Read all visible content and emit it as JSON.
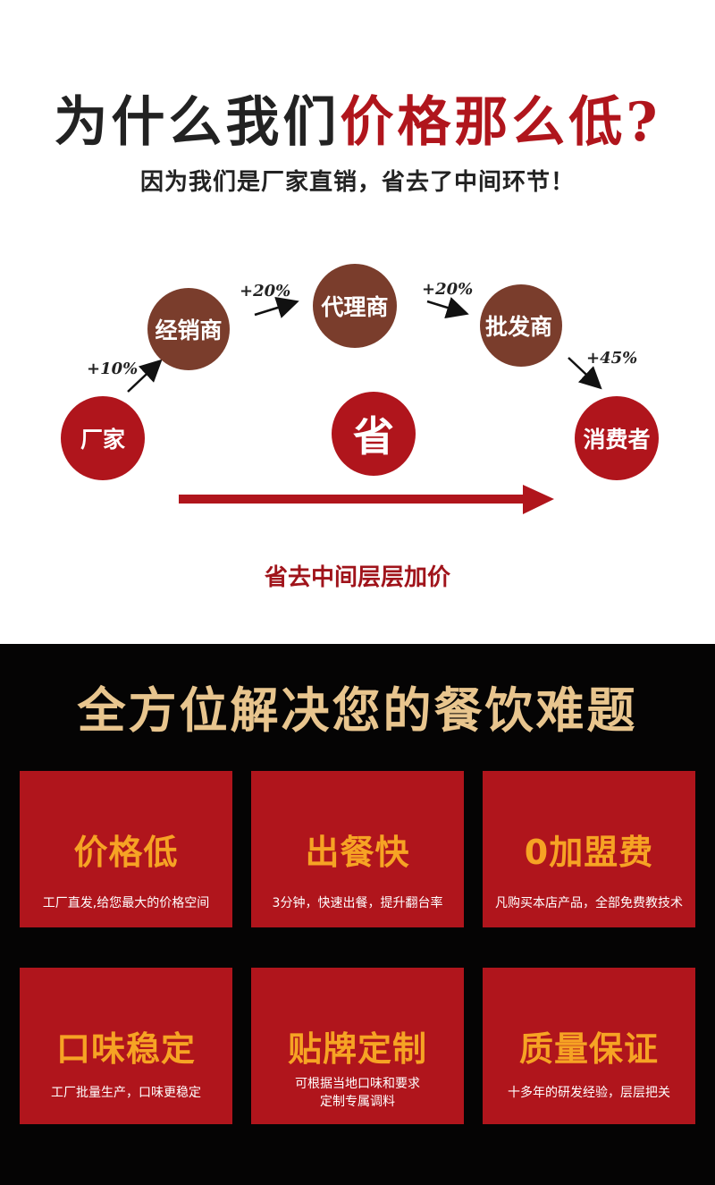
{
  "headline": {
    "part1": "为什么我们",
    "part2": "价格那么低?"
  },
  "subhead": "因为我们是厂家直销，省去了中间环节！",
  "flow": {
    "nodes": {
      "factory": "厂家",
      "dealer": "经销商",
      "agent": "代理商",
      "wholesaler": "批发商",
      "consumer": "消费者",
      "save": "省"
    },
    "markups": [
      "+10%",
      "+20%",
      "+20%",
      "+45%"
    ],
    "colors": {
      "brown": "#7a3d2c",
      "red": "#b0151c"
    }
  },
  "caption": "省去中间层层加价",
  "section2": {
    "title": "全方位解决您的餐饮难题",
    "cards": [
      {
        "title": "价格低",
        "desc": "工厂直发,给您最大的价格空间"
      },
      {
        "title": "出餐快",
        "desc": "3分钟，快速出餐，提升翻台率"
      },
      {
        "title": "0加盟费",
        "desc": "凡购买本店产品，全部免费教技术"
      },
      {
        "title": "口味稳定",
        "desc": "工厂批量生产，口味更稳定"
      },
      {
        "title": "贴牌定制",
        "desc": "可根据当地口味和要求\n定制专属调料"
      },
      {
        "title": "质量保证",
        "desc": "十多年的研发经验，层层把关"
      }
    ]
  }
}
